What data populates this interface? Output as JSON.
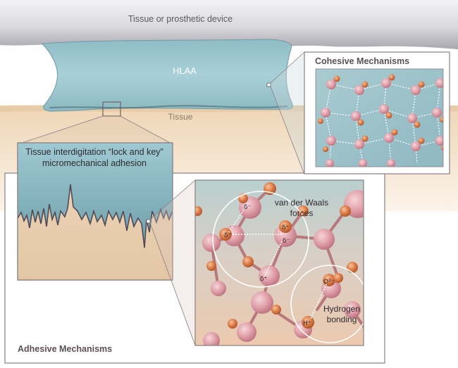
{
  "labels": {
    "top_surface": "Tissue or prosthetic device",
    "adhesive": "HLAA",
    "bottom_surface": "Tissue",
    "cohesive_title": "Cohesive Mechanisms",
    "interdigitation_line1": "Tissue interdigitation “lock and key”",
    "interdigitation_line2": "micromechanical adhesion",
    "vdw_line1": "van der Waals",
    "vdw_line2": "forces",
    "hbond_line1": "Hydrogen",
    "hbond_line2": "bonding",
    "adhesive_title": "Adhesive Mechanisms"
  },
  "charges": {
    "delta_minus": "δ⁻",
    "delta_plus": "δ⁺",
    "oxygen": "O²⁻",
    "hydrogen": "H⁺"
  },
  "colors": {
    "hydrogel": "#9cc6cf",
    "tissue": "#f1dcc2",
    "device": "#cdcdd3",
    "atom_pink": "#e2a1aa",
    "atom_orange": "#d8743f",
    "bond": "#b7797c",
    "box_border": "#8a7e82"
  }
}
